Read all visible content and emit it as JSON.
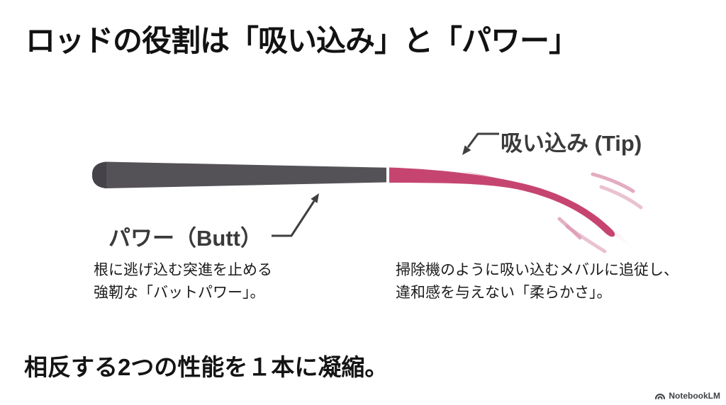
{
  "slide": {
    "title": "ロッドの役割は「吸い込み」と「パワー」",
    "summary": "相反する2つの性能を１本に凝縮。"
  },
  "diagram": {
    "tip_label": "吸い込み (Tip)",
    "butt_label": "パワー（Butt）",
    "butt_desc_line1": "根に逃げ込む突進を止める",
    "butt_desc_line2": "強靭な「バットパワー」。",
    "tip_desc_line1": "掃除機のように吸い込むメバルに追従し、",
    "tip_desc_line2": "違和感を与えない「柔らかさ」。",
    "colors": {
      "butt_gray": "#555257",
      "butt_cap": "#454249",
      "tip_pink": "#C64570",
      "trail_pink": "#E4A6C0",
      "swoosh_pink": "#D98FAC",
      "arrow_dark": "#3F3F3F"
    }
  },
  "watermark": {
    "text": "NotebookLM"
  }
}
